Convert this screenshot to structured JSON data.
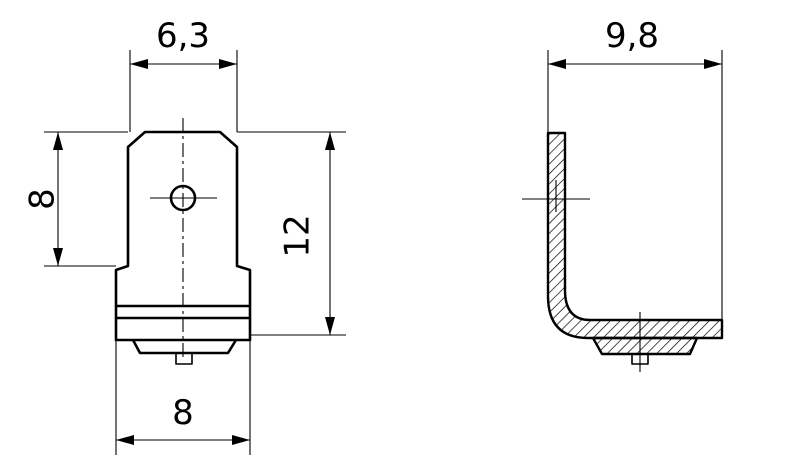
{
  "dimensions": {
    "tab_width": "6,3",
    "tab_length": "8",
    "total_height": "12",
    "base_width": "8",
    "side_width": "9,8"
  }
}
